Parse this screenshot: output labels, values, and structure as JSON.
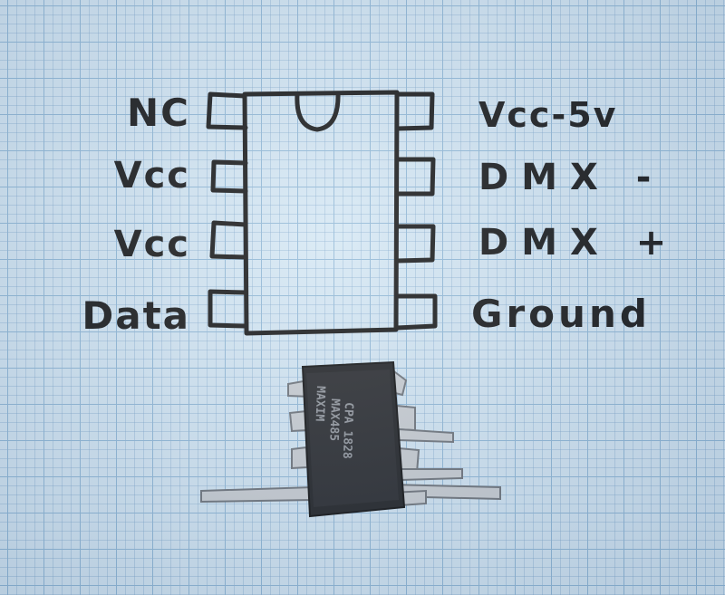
{
  "pinout": {
    "left_pins": [
      "NC",
      "Vcc",
      "Vcc",
      "Data"
    ],
    "right_pins": [
      "Vcc-5v",
      "DMX -",
      "DMX +",
      "Ground"
    ]
  },
  "chip_marking": [
    "MAXIM",
    "MAX485",
    "CPA 1828"
  ]
}
